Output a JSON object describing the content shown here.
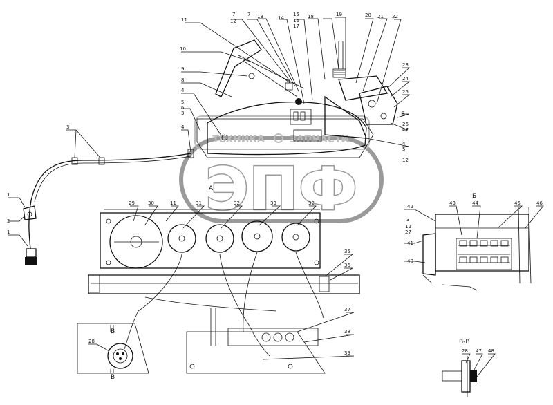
{
  "watermark": {
    "main": "ЭПФ",
    "left_word": "ТЕХНИКА",
    "right_word": "ЗАПЧАСТИ"
  },
  "view_labels": {
    "A": "А",
    "B": "Б",
    "V": "В",
    "V2": "В",
    "section_VV": "В-В"
  },
  "callouts": {
    "top": [
      "11",
      "7",
      "12",
      "7",
      "13",
      "14",
      "15",
      "16",
      "17",
      "18",
      "19",
      "20",
      "21",
      "22"
    ],
    "left_upper": [
      "10",
      "9",
      "8",
      "4",
      "5",
      "6",
      "3",
      "4"
    ],
    "left_cable": [
      "3",
      "1",
      "2",
      "1"
    ],
    "right_upper": [
      "23",
      "24",
      "25",
      "26",
      "27",
      "4",
      "5",
      "12"
    ],
    "panel": [
      "29",
      "30",
      "11",
      "31",
      "32",
      "33",
      "32"
    ],
    "panel_right": [
      "35",
      "36",
      "37",
      "38",
      "39"
    ],
    "connector": "28",
    "view_b": [
      "42",
      "43",
      "44",
      "45",
      "46",
      "3",
      "12",
      "27",
      "41",
      "40"
    ],
    "section": [
      "28",
      "47",
      "48"
    ]
  }
}
